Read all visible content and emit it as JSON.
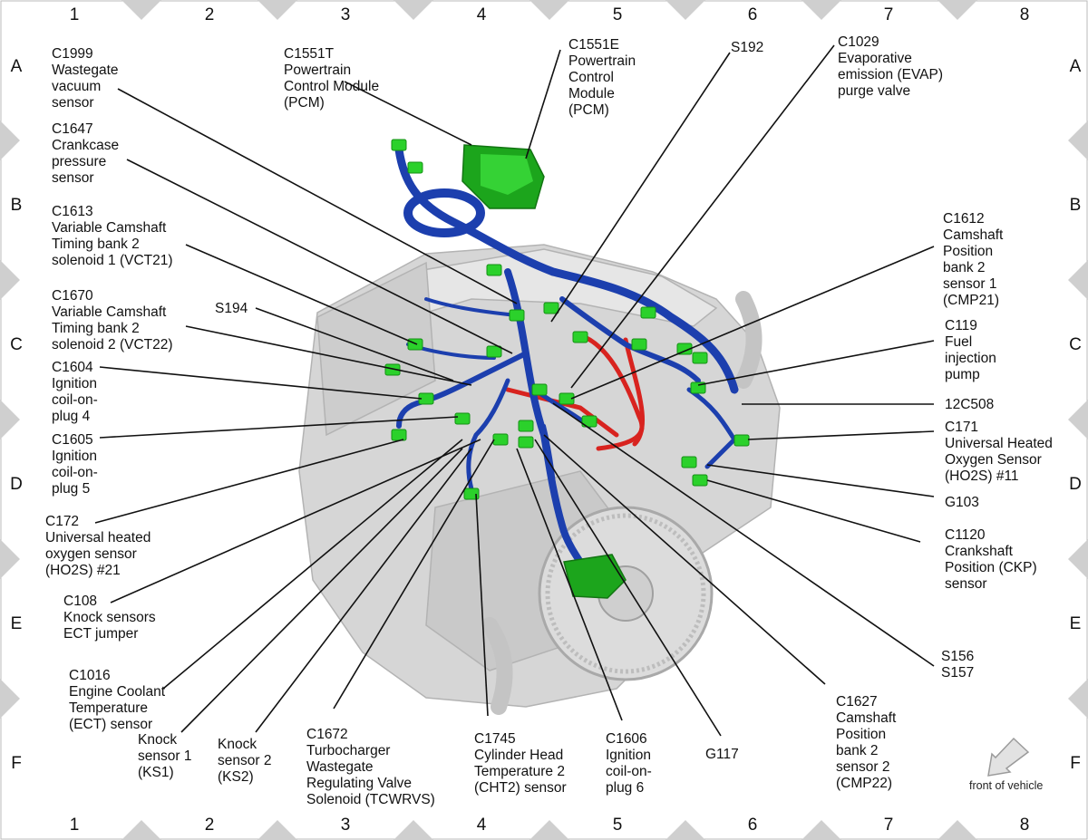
{
  "grid": {
    "columns": [
      "1",
      "2",
      "3",
      "4",
      "5",
      "6",
      "7",
      "8"
    ],
    "rows": [
      "A",
      "B",
      "C",
      "D",
      "E",
      "F"
    ]
  },
  "orientation_note": "front of vehicle",
  "colors": {
    "harness": "#1c3fae",
    "harness_light": "#3f74e6",
    "connector": "#2bd12b",
    "module": "#1ca51c",
    "fuel_line": "#d8231f",
    "engine": "#d4d4d4",
    "frame_marker": "#cfcfcf"
  },
  "callouts": [
    {
      "id": "c1999",
      "lines": [
        "C1999",
        "Wastegate",
        "vacuum",
        "sensor"
      ]
    },
    {
      "id": "c1647",
      "lines": [
        "C1647",
        "Crankcase",
        "pressure",
        "sensor"
      ]
    },
    {
      "id": "c1613",
      "lines": [
        "C1613",
        "Variable Camshaft",
        "Timing bank 2",
        "solenoid 1 (VCT21)"
      ]
    },
    {
      "id": "c1670",
      "lines": [
        "C1670",
        "Variable Camshaft",
        "Timing bank 2",
        "solenoid 2 (VCT22)"
      ]
    },
    {
      "id": "s194",
      "lines": [
        "S194"
      ]
    },
    {
      "id": "c1604",
      "lines": [
        "C1604",
        "Ignition",
        "coil-on-",
        "plug 4"
      ]
    },
    {
      "id": "c1605",
      "lines": [
        "C1605",
        "Ignition",
        "coil-on-",
        "plug 5"
      ]
    },
    {
      "id": "c172",
      "lines": [
        "C172",
        "Universal heated",
        "oxygen sensor",
        "(HO2S) #21"
      ]
    },
    {
      "id": "c108",
      "lines": [
        "C108",
        "Knock sensors",
        "ECT jumper"
      ]
    },
    {
      "id": "c1016",
      "lines": [
        "C1016",
        "Engine Coolant",
        "Temperature",
        "(ECT) sensor"
      ]
    },
    {
      "id": "ks1",
      "lines": [
        "Knock",
        "sensor 1",
        "(KS1)"
      ]
    },
    {
      "id": "ks2",
      "lines": [
        "Knock",
        "sensor 2",
        "(KS2)"
      ]
    },
    {
      "id": "c1672",
      "lines": [
        "C1672",
        "Turbocharger",
        "Wastegate",
        "Regulating Valve",
        "Solenoid (TCWRVS)"
      ]
    },
    {
      "id": "c1745",
      "lines": [
        "C1745",
        "Cylinder Head",
        "Temperature 2",
        "(CHT2) sensor"
      ]
    },
    {
      "id": "c1606",
      "lines": [
        "C1606",
        "Ignition",
        "coil-on-",
        "plug 6"
      ]
    },
    {
      "id": "g117",
      "lines": [
        "G117"
      ]
    },
    {
      "id": "c1627",
      "lines": [
        "C1627",
        "Camshaft",
        "Position",
        "bank 2",
        "sensor 2",
        "(CMP22)"
      ]
    },
    {
      "id": "s156",
      "lines": [
        "S156",
        "S157"
      ]
    },
    {
      "id": "c1120",
      "lines": [
        "C1120",
        "Crankshaft",
        "Position (CKP)",
        "sensor"
      ]
    },
    {
      "id": "g103",
      "lines": [
        "G103"
      ]
    },
    {
      "id": "c171",
      "lines": [
        "C171",
        "Universal Heated",
        "Oxygen Sensor",
        "(HO2S) #11"
      ]
    },
    {
      "id": "12c508",
      "lines": [
        "12C508"
      ]
    },
    {
      "id": "c119",
      "lines": [
        "C119",
        "Fuel",
        "injection",
        "pump"
      ]
    },
    {
      "id": "c1612",
      "lines": [
        "C1612",
        "Camshaft",
        "Position",
        "bank 2",
        "sensor 1",
        "(CMP21)"
      ]
    },
    {
      "id": "c1029",
      "lines": [
        "C1029",
        "Evaporative",
        "emission (EVAP)",
        "purge valve"
      ]
    },
    {
      "id": "s192",
      "lines": [
        "S192"
      ]
    },
    {
      "id": "c1551e",
      "lines": [
        "C1551E",
        "Powertrain",
        "Control",
        "Module",
        "(PCM)"
      ]
    },
    {
      "id": "c1551t",
      "lines": [
        "C1551T",
        "Powertrain",
        "Control Module",
        "(PCM)"
      ]
    }
  ]
}
